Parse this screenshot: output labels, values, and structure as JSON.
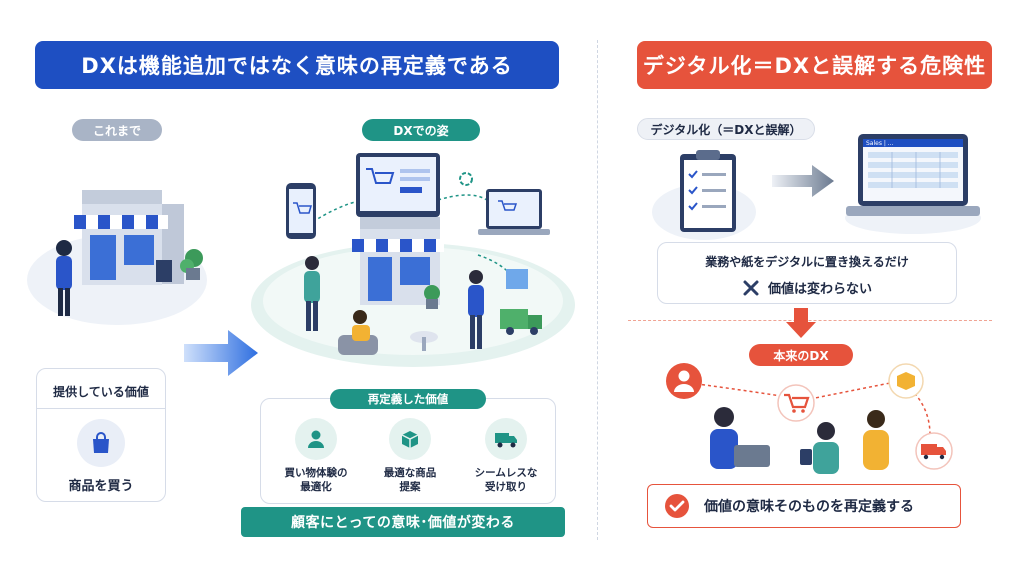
{
  "left": {
    "title": "DXは機能追加ではなく意味の再定義である",
    "before": {
      "label": "これまで",
      "value_card_title": "提供している価値",
      "value_item": "商品を買う"
    },
    "after": {
      "label": "DXでの姿",
      "redefined_title": "再定義した価値",
      "items": [
        {
          "line1": "買い物体験の",
          "line2": "最適化",
          "icon": "person-icon"
        },
        {
          "line1": "最適な商品",
          "line2": "提案",
          "icon": "box-icon"
        },
        {
          "line1": "シームレスな",
          "line2": "受け取り",
          "icon": "truck-icon"
        }
      ],
      "banner": "顧客にとっての意味･価値が変わる"
    }
  },
  "right": {
    "title": "デジタル化＝DXと誤解する危険性",
    "misconception_label": "デジタル化（＝DXと誤解）",
    "laptop_screen_label": "Sales | ...",
    "note_line": "業務や紙をデジタルに置き換えるだけ",
    "no_value": "価値は変わらない",
    "true_dx_label": "本来のDX",
    "conclusion": "価値の意味そのものを再定義する"
  },
  "colors": {
    "blue": "#1e4fc2",
    "red": "#e6533c",
    "teal": "#1f9486",
    "gray_pill": "#a9b4c6"
  }
}
